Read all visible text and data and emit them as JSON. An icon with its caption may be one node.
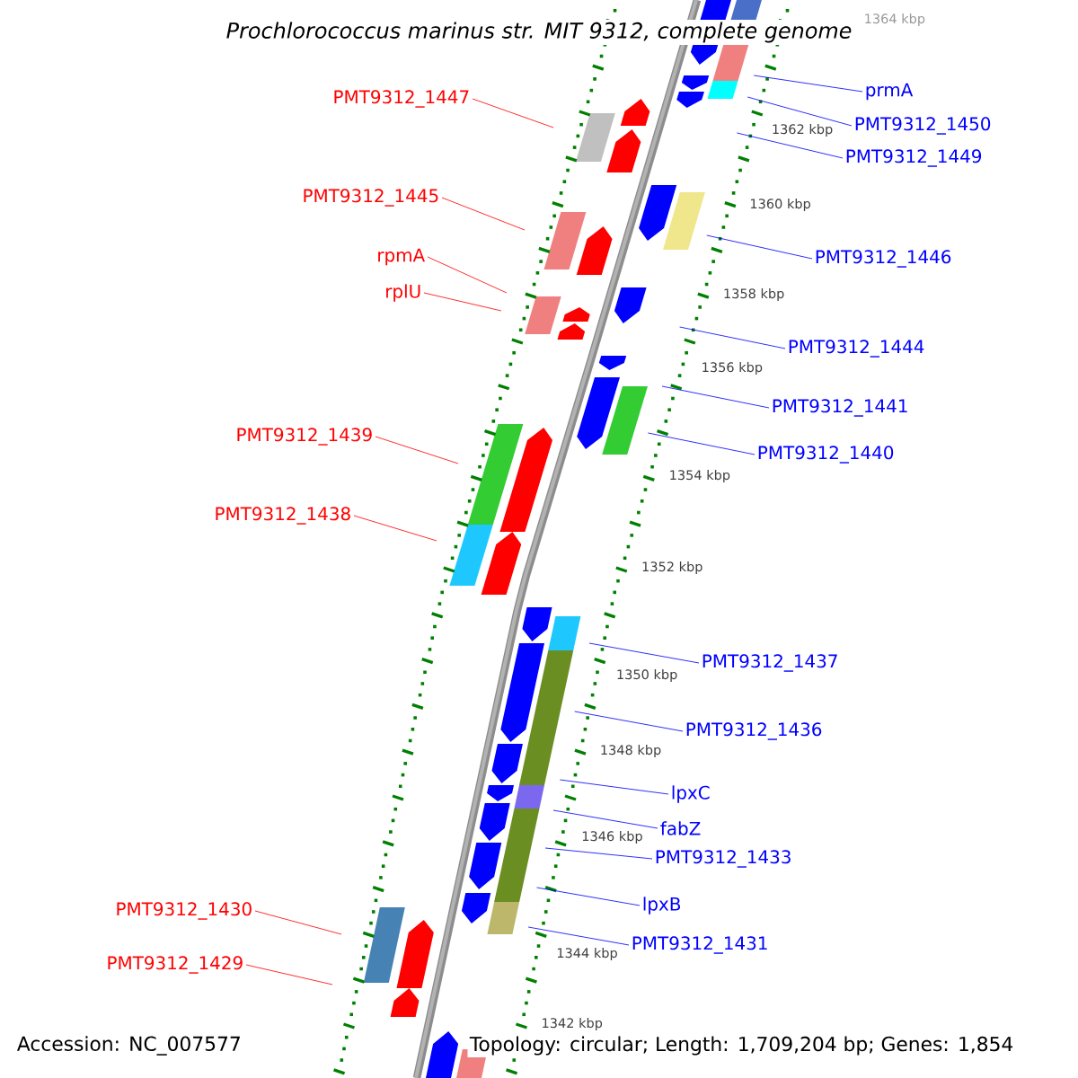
{
  "diagram": {
    "title": "Prochlorococcus marinus str. MIT 9312, complete genome",
    "nodes": [
      {
        "text": [
          "prmA"
        ]
      },
      {
        "text": [
          "PMT9312_1447"
        ]
      },
      {
        "text": [
          "PMT9312_1450"
        ]
      },
      {
        "text": [
          "PMT9312_1449"
        ]
      },
      {
        "text": [
          "PMT9312_1445"
        ]
      },
      {
        "text": [
          "rpmA"
        ]
      },
      {
        "text": [
          "PMT9312_1446"
        ]
      },
      {
        "text": [
          "rplU"
        ]
      },
      {
        "text": [
          "PMT9312_1444"
        ]
      },
      {
        "text": [
          "PMT9312_1441"
        ]
      },
      {
        "text": [
          "PMT9312_1439"
        ]
      },
      {
        "text": [
          "PMT9312_1440"
        ]
      },
      {
        "text": [
          "PMT9312_1438"
        ]
      },
      {
        "text": [
          "PMT9312_1437"
        ]
      },
      {
        "text": [
          "PMT9312_1436"
        ]
      },
      {
        "text": [
          "lpxC"
        ]
      },
      {
        "text": [
          "fabZ"
        ]
      },
      {
        "text": [
          "PMT9312_1433"
        ]
      },
      {
        "text": [
          "lpxB"
        ]
      },
      {
        "text": [
          "PMT9312_1430"
        ]
      },
      {
        "text": [
          "PMT9312_1431"
        ]
      },
      {
        "text": [
          "PMT9312_1429"
        ]
      }
    ],
    "edges": [
      {
        "from": 0,
        "to": null,
        "arrow": "none"
      },
      {
        "from": 1,
        "to": null,
        "arrow": "none",
        "color": "#ff0000"
      },
      {
        "from": 2,
        "to": null,
        "arrow": "none"
      },
      {
        "from": 3,
        "to": null,
        "arrow": "none"
      },
      {
        "from": 4,
        "to": null,
        "arrow": "none",
        "color": "#ff0000"
      },
      {
        "from": 5,
        "to": null,
        "arrow": "none",
        "color": "#ff0000"
      },
      {
        "from": 6,
        "to": null,
        "arrow": "none"
      },
      {
        "from": 7,
        "to": null,
        "arrow": "none",
        "color": "#ff0000"
      },
      {
        "from": 8,
        "to": null,
        "arrow": "none"
      },
      {
        "from": 9,
        "to": null,
        "arrow": "none"
      },
      {
        "from": 10,
        "to": null,
        "arrow": "none",
        "color": "#ff0000"
      },
      {
        "from": 11,
        "to": null,
        "arrow": "none"
      },
      {
        "from": 12,
        "to": null,
        "arrow": "none",
        "color": "#ff0000"
      },
      {
        "from": 13,
        "to": null,
        "arrow": "none"
      },
      {
        "from": 14,
        "to": null,
        "arrow": "none"
      },
      {
        "from": 15,
        "to": null,
        "arrow": "none"
      },
      {
        "from": 16,
        "to": null,
        "arrow": "none"
      },
      {
        "from": 17,
        "to": null,
        "arrow": "none"
      },
      {
        "from": 18,
        "to": null,
        "arrow": "none"
      },
      {
        "from": 19,
        "to": null,
        "arrow": "none",
        "color": "#ff0000"
      },
      {
        "from": 20,
        "to": null,
        "arrow": "none"
      },
      {
        "from": 21,
        "to": null,
        "arrow": "none",
        "color": "#ff0000"
      }
    ],
    "labels": [
      "1364 kbp",
      "1362 kbp",
      "1360 kbp",
      "1358 kbp",
      "1356 kbp",
      "1354 kbp",
      "1352 kbp",
      "1350 kbp",
      "1348 kbp",
      "1346 kbp",
      "1344 kbp",
      "1342 kbp",
      "Accession: NC_007577",
      "Topology: circular; Length: 1,709,204 bp; Genes: 1,854"
    ]
  }
}
